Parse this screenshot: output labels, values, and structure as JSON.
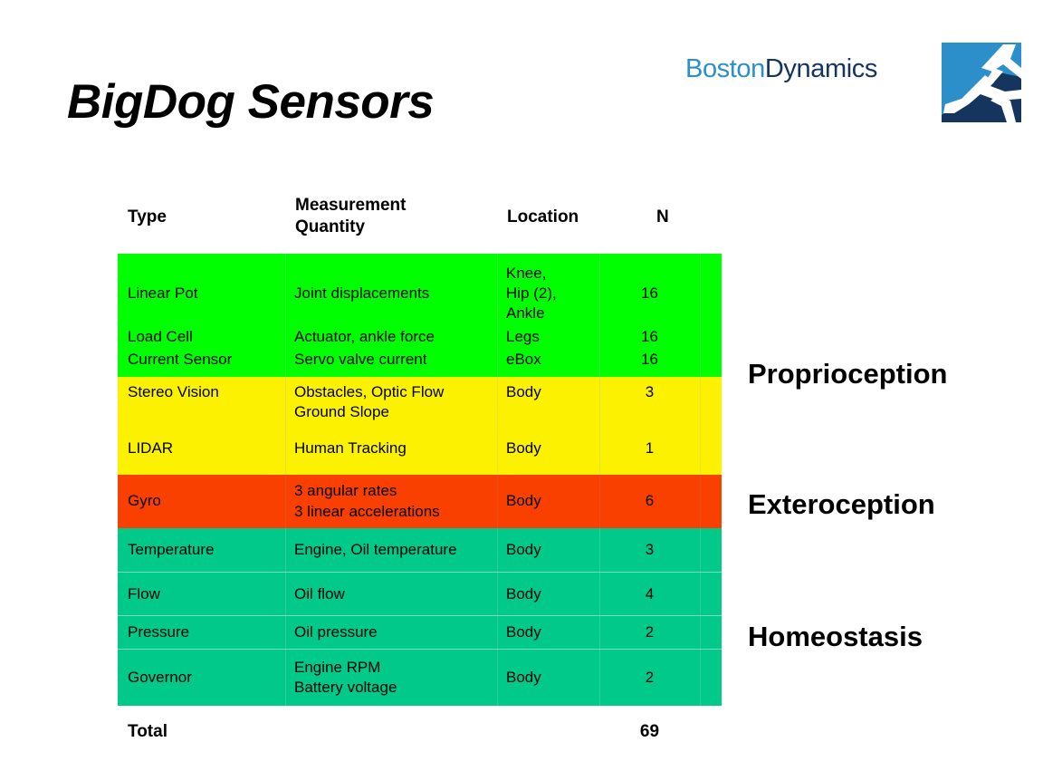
{
  "slide": {
    "title": "BigDog Sensors"
  },
  "logo": {
    "word_part1": "Boston",
    "word_part2": "Dynamics",
    "mark_name": "boston-dynamics-running-figure-mark",
    "color_light_blue": "#2c8fc9",
    "color_dark_navy": "#15355e"
  },
  "table": {
    "headers": [
      "Type",
      "Measurement\nQuantity",
      "Location",
      "N"
    ],
    "bands": [
      {
        "category": "Proprioception",
        "color": "#00ff00",
        "rows": [
          {
            "type": "Linear Pot",
            "measurement": "Joint displacements",
            "location": "Knee,\nHip (2),\nAnkle",
            "n": "16"
          },
          {
            "type": "Load Cell",
            "measurement": "Actuator, ankle force",
            "location": "Legs",
            "n": "16"
          },
          {
            "type": "Current Sensor",
            "measurement": "Servo valve current",
            "location": "eBox",
            "n": "16"
          }
        ]
      },
      {
        "category": "Exteroception",
        "color": "#fcf200",
        "rows": [
          {
            "type": "Stereo Vision",
            "measurement": "Obstacles, Optic Flow\nGround Slope",
            "location": "Body",
            "n": "3"
          },
          {
            "type": "LIDAR",
            "measurement": "Human Tracking",
            "location": "Body",
            "n": "1"
          }
        ]
      },
      {
        "category": "",
        "color": "#fa4000",
        "rows": [
          {
            "type": "Gyro",
            "measurement": "3 angular rates\n3 linear accelerations",
            "location": "Body",
            "n": "6"
          }
        ]
      },
      {
        "category": "Homeostasis",
        "color": "#00c98a",
        "rows": [
          {
            "type": "Temperature",
            "measurement": "Engine, Oil temperature",
            "location": "Body",
            "n": "3"
          },
          {
            "type": "Flow",
            "measurement": "Oil flow",
            "location": "Body",
            "n": "4"
          },
          {
            "type": "Pressure",
            "measurement": "Oil pressure",
            "location": "Body",
            "n": "2"
          },
          {
            "type": "Governor",
            "measurement": "Engine RPM\nBattery voltage",
            "location": "Body",
            "n": "2"
          }
        ]
      }
    ],
    "total_label": "Total",
    "total_value": "69"
  },
  "categories": [
    {
      "label": "Proprioception"
    },
    {
      "label": "Exteroception"
    },
    {
      "label": "Homeostasis"
    }
  ]
}
